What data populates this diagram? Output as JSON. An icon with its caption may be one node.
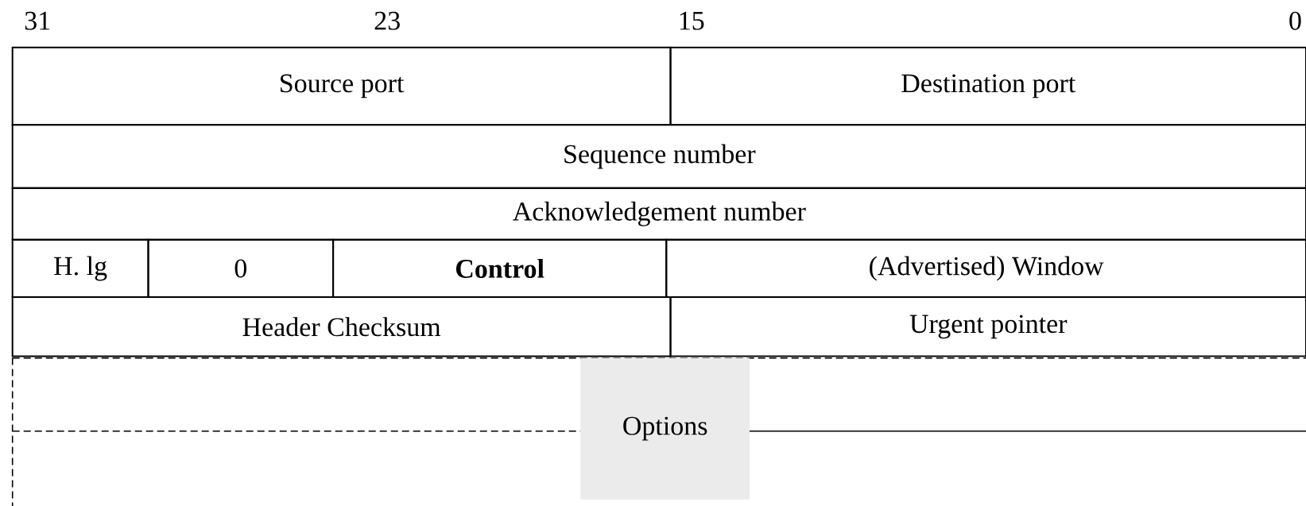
{
  "diagram": {
    "nodes": [
      {
        "text": [
          "Source port"
        ]
      },
      {
        "text": [
          "Destination port"
        ]
      },
      {
        "text": [
          "Sequence number"
        ]
      },
      {
        "text": [
          "Acknowledgement number"
        ]
      },
      {
        "text": [
          "H. lg"
        ]
      },
      {
        "text": [
          "0"
        ]
      },
      {
        "text": [
          "Control"
        ]
      },
      {
        "text": [
          "(Advertised) Window"
        ]
      },
      {
        "text": [
          "Header Checksum"
        ]
      },
      {
        "text": [
          "Urgent pointer"
        ]
      },
      {
        "text": [
          "Options"
        ]
      }
    ],
    "labels": [
      "31",
      "23",
      "15",
      "0"
    ]
  }
}
